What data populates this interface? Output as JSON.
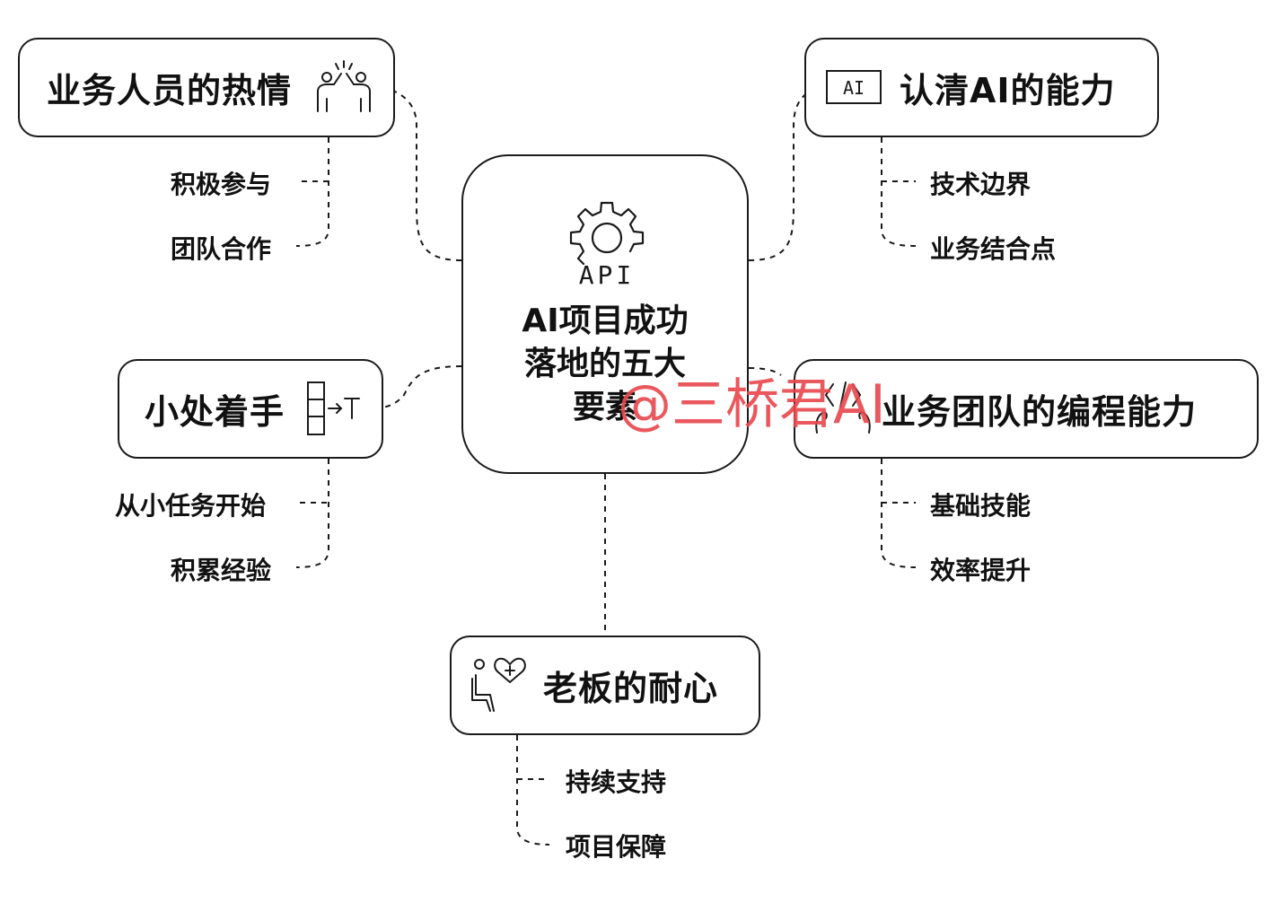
{
  "center": {
    "icon": "gear-api-icon",
    "icon_label": "API",
    "title_lines": [
      "AI项目成功",
      "落地的五大",
      "要素"
    ]
  },
  "nodes": {
    "passion": {
      "title": "业务人员的热情",
      "icon": "high-five-icon",
      "children": [
        "积极参与",
        "团队合作"
      ]
    },
    "ai_ability": {
      "title": "认清AI的能力",
      "icon": "ai-chip-icon",
      "icon_label": "AI",
      "children": [
        "技术边界",
        "业务结合点"
      ]
    },
    "small_start": {
      "title": "小处着手",
      "icon": "small-step-icon",
      "children": [
        "从小任务开始",
        "积累经验"
      ]
    },
    "coding": {
      "title": "业务团队的编程能力",
      "icon": "coding-hands-icon",
      "children": [
        "基础技能",
        "效率提升"
      ]
    },
    "patience": {
      "title": "老板的耐心",
      "icon": "patient-heart-icon",
      "children": [
        "持续支持",
        "项目保障"
      ]
    }
  },
  "watermark": "@三桥君AI",
  "colors": {
    "line": "#1a1a1a",
    "watermark": "#e8474c"
  }
}
